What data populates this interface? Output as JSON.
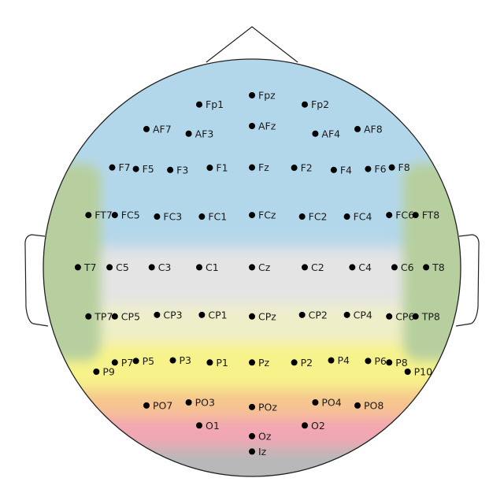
{
  "diagram": {
    "region_colors": {
      "frontal": "#b3d7ea",
      "central": "#e4e4e4",
      "temporal": "#b7cf9e",
      "parietal_upper": "#eeeec9",
      "parietal": "#f7f38a",
      "occipital_upper": "#f6c48f",
      "occipital": "#f2a6b3",
      "inion": "#b8b8b8"
    },
    "electrodes": [
      {
        "label": "Fpz",
        "col": 0,
        "row": 0
      },
      {
        "label": "Fp1",
        "col": -1,
        "row": 0.3
      },
      {
        "label": "Fp2",
        "col": 1,
        "row": 0.3
      },
      {
        "label": "AFz",
        "col": 0,
        "row": 1
      },
      {
        "label": "AF7",
        "col": -2,
        "row": 1.1
      },
      {
        "label": "AF3",
        "col": -1.2,
        "row": 1.25
      },
      {
        "label": "AF4",
        "col": 1.2,
        "row": 1.25
      },
      {
        "label": "AF8",
        "col": 2,
        "row": 1.1
      },
      {
        "label": "F7",
        "col": -2.65,
        "row": 2.35
      },
      {
        "label": "F5",
        "col": -2.2,
        "row": 2.4
      },
      {
        "label": "F3",
        "col": -1.55,
        "row": 2.43
      },
      {
        "label": "F1",
        "col": -0.8,
        "row": 2.36
      },
      {
        "label": "Fz",
        "col": 0,
        "row": 2.35
      },
      {
        "label": "F2",
        "col": 0.8,
        "row": 2.36
      },
      {
        "label": "F4",
        "col": 1.55,
        "row": 2.43
      },
      {
        "label": "F6",
        "col": 2.2,
        "row": 2.4
      },
      {
        "label": "F8",
        "col": 2.65,
        "row": 2.35
      },
      {
        "label": "FT7",
        "col": -3.1,
        "row": 3.9
      },
      {
        "label": "FC5",
        "col": -2.6,
        "row": 3.9
      },
      {
        "label": "FC3",
        "col": -1.8,
        "row": 3.95
      },
      {
        "label": "FC1",
        "col": -0.95,
        "row": 3.95
      },
      {
        "label": "FCz",
        "col": 0,
        "row": 3.9
      },
      {
        "label": "FC2",
        "col": 0.95,
        "row": 3.95
      },
      {
        "label": "FC4",
        "col": 1.8,
        "row": 3.95
      },
      {
        "label": "FC6",
        "col": 2.6,
        "row": 3.9
      },
      {
        "label": "FT8",
        "col": 3.1,
        "row": 3.9
      },
      {
        "label": "T7",
        "col": -3.3,
        "row": 5.6
      },
      {
        "label": "C5",
        "col": -2.7,
        "row": 5.6
      },
      {
        "label": "C3",
        "col": -1.9,
        "row": 5.6
      },
      {
        "label": "C1",
        "col": -1,
        "row": 5.6
      },
      {
        "label": "Cz",
        "col": 0,
        "row": 5.6
      },
      {
        "label": "C2",
        "col": 1,
        "row": 5.6
      },
      {
        "label": "C4",
        "col": 1.9,
        "row": 5.6
      },
      {
        "label": "C6",
        "col": 2.7,
        "row": 5.6
      },
      {
        "label": "T8",
        "col": 3.3,
        "row": 5.6
      },
      {
        "label": "TP7",
        "col": -3.1,
        "row": 7.2
      },
      {
        "label": "CP5",
        "col": -2.6,
        "row": 7.2
      },
      {
        "label": "CP3",
        "col": -1.8,
        "row": 7.15
      },
      {
        "label": "CP1",
        "col": -0.95,
        "row": 7.15
      },
      {
        "label": "CPz",
        "col": 0,
        "row": 7.2
      },
      {
        "label": "CP2",
        "col": 0.95,
        "row": 7.15
      },
      {
        "label": "CP4",
        "col": 1.8,
        "row": 7.15
      },
      {
        "label": "CP6",
        "col": 2.6,
        "row": 7.2
      },
      {
        "label": "TP8",
        "col": 3.1,
        "row": 7.2
      },
      {
        "label": "P9",
        "col": -2.95,
        "row": 9
      },
      {
        "label": "P7",
        "col": -2.6,
        "row": 8.7
      },
      {
        "label": "P5",
        "col": -2.2,
        "row": 8.65
      },
      {
        "label": "P3",
        "col": -1.5,
        "row": 8.63
      },
      {
        "label": "P1",
        "col": -0.8,
        "row": 8.7
      },
      {
        "label": "Pz",
        "col": 0,
        "row": 8.7
      },
      {
        "label": "P2",
        "col": 0.8,
        "row": 8.7
      },
      {
        "label": "P4",
        "col": 1.5,
        "row": 8.63
      },
      {
        "label": "P6",
        "col": 2.2,
        "row": 8.65
      },
      {
        "label": "P8",
        "col": 2.6,
        "row": 8.7
      },
      {
        "label": "P10",
        "col": 2.95,
        "row": 9
      },
      {
        "label": "PO7",
        "col": -2,
        "row": 10.1
      },
      {
        "label": "PO3",
        "col": -1.2,
        "row": 10
      },
      {
        "label": "POz",
        "col": 0,
        "row": 10.15
      },
      {
        "label": "PO4",
        "col": 1.2,
        "row": 10
      },
      {
        "label": "PO8",
        "col": 2,
        "row": 10.1
      },
      {
        "label": "O1",
        "col": -1,
        "row": 10.75
      },
      {
        "label": "Oz",
        "col": 0,
        "row": 11.1
      },
      {
        "label": "O2",
        "col": 1,
        "row": 10.75
      },
      {
        "label": "Iz",
        "col": 0,
        "row": 11.6
      }
    ]
  }
}
